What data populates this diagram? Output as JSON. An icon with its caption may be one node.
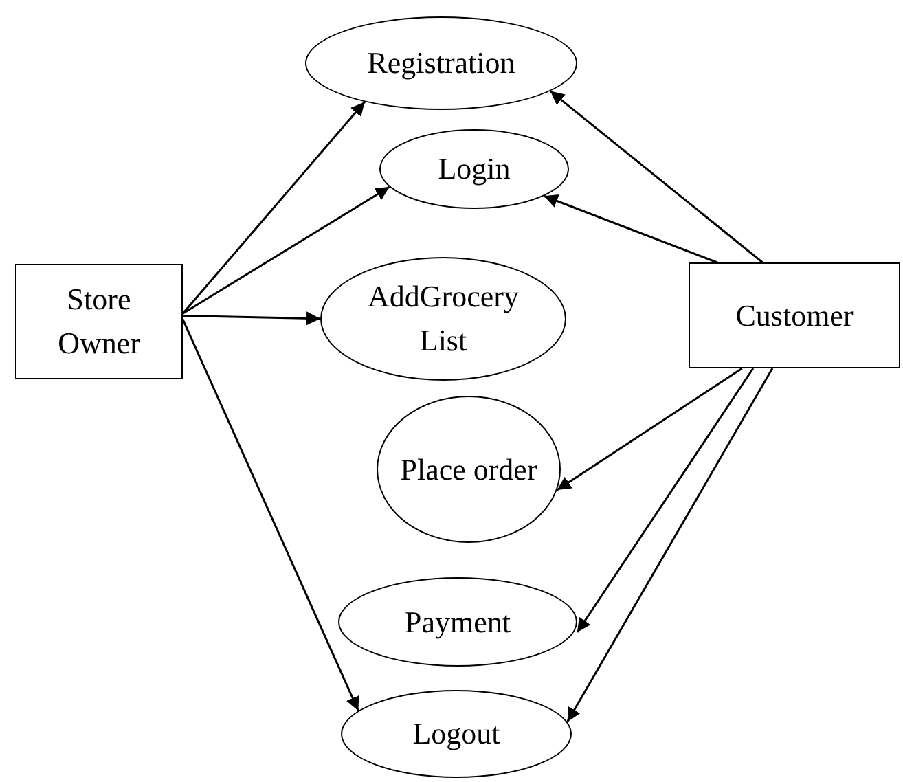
{
  "diagram": {
    "nodes": [
      {
        "text": [
          "Registration"
        ]
      },
      {
        "text": [
          "Login"
        ]
      },
      {
        "text": [
          "Store Owner"
        ]
      },
      {
        "text": [
          "AddGrocery List"
        ]
      },
      {
        "text": [
          "Customer"
        ]
      },
      {
        "text": [
          "Place order"
        ]
      },
      {
        "text": [
          "Payment"
        ]
      },
      {
        "text": [
          "Logout"
        ]
      }
    ],
    "edges": [
      {
        "from": 2,
        "to": 0,
        "arrow": "to"
      },
      {
        "from": 2,
        "to": 1,
        "arrow": "to"
      },
      {
        "from": 2,
        "to": 3,
        "arrow": "to"
      },
      {
        "from": 2,
        "to": 7,
        "arrow": "to"
      },
      {
        "from": 4,
        "to": 0,
        "arrow": "to"
      },
      {
        "from": 4,
        "to": 1,
        "arrow": "to"
      },
      {
        "from": 4,
        "to": 5,
        "arrow": "to"
      },
      {
        "from": 4,
        "to": 6,
        "arrow": "to"
      },
      {
        "from": 4,
        "to": 7,
        "arrow": "to"
      }
    ]
  }
}
